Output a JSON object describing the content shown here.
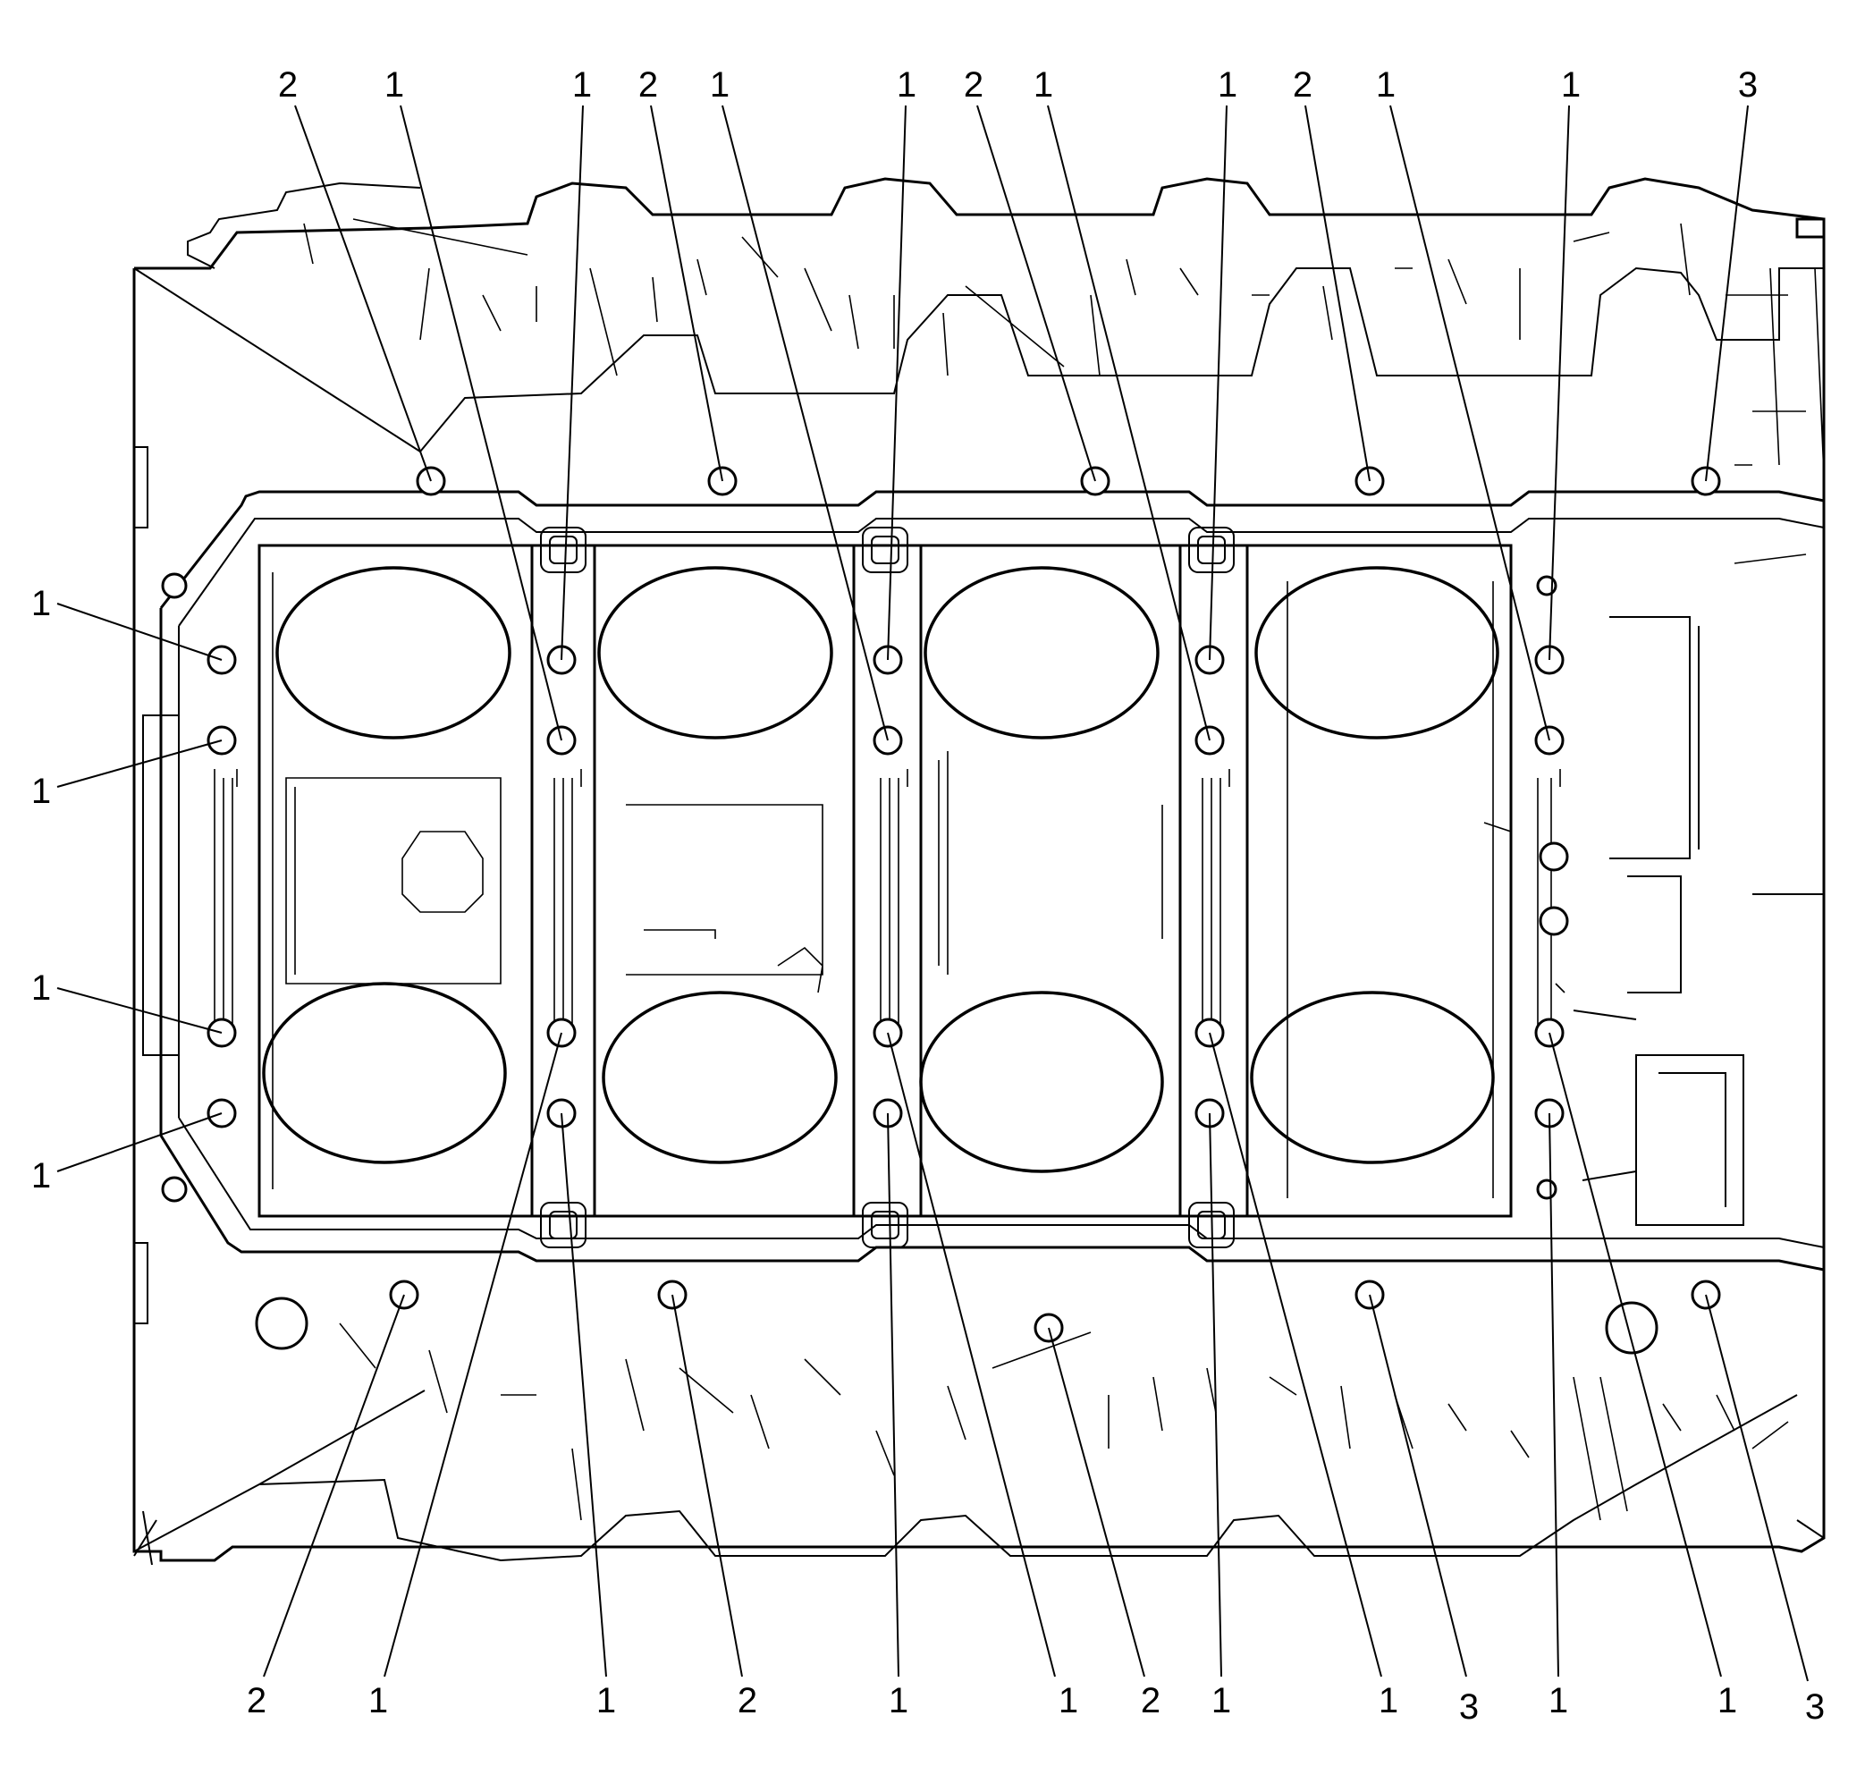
{
  "figure": {
    "callouts_top": [
      "2",
      "1",
      "1",
      "2",
      "1",
      "1",
      "2",
      "1",
      "1",
      "2",
      "1",
      "1",
      "3"
    ],
    "callouts_left": [
      "1",
      "1",
      "1",
      "1"
    ],
    "callouts_bottom": [
      "2",
      "1",
      "1",
      "2",
      "1",
      "1",
      "2",
      "1",
      "1",
      "3",
      "1",
      "1",
      "3"
    ]
  }
}
